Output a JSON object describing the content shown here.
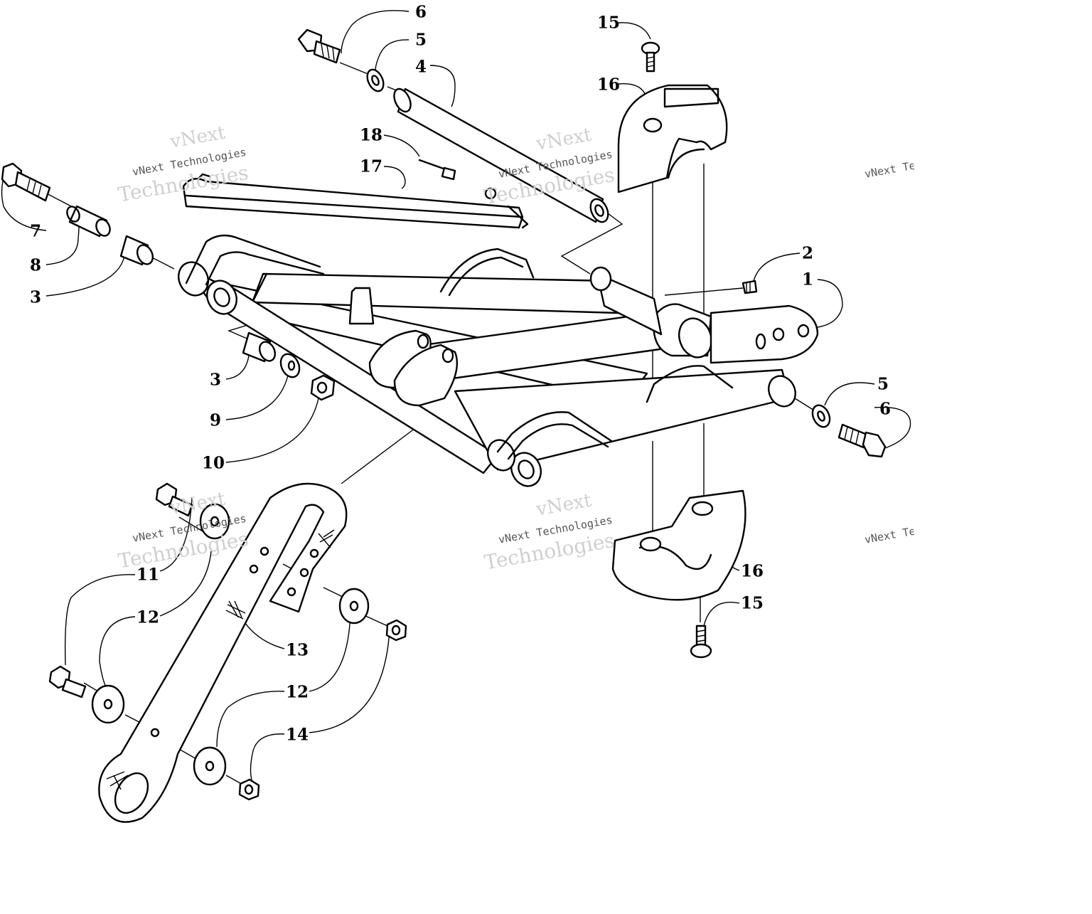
{
  "diagram": {
    "callouts": [
      "6",
      "5",
      "4",
      "15",
      "16",
      "18",
      "17",
      "7",
      "8",
      "3",
      "2",
      "1",
      "3",
      "9",
      "10",
      "5",
      "6",
      "11",
      "12",
      "13",
      "16",
      "15",
      "12",
      "14"
    ],
    "watermark": {
      "line1": "vNext",
      "line2": "vNext Technologies",
      "line3": "Technologies"
    }
  }
}
